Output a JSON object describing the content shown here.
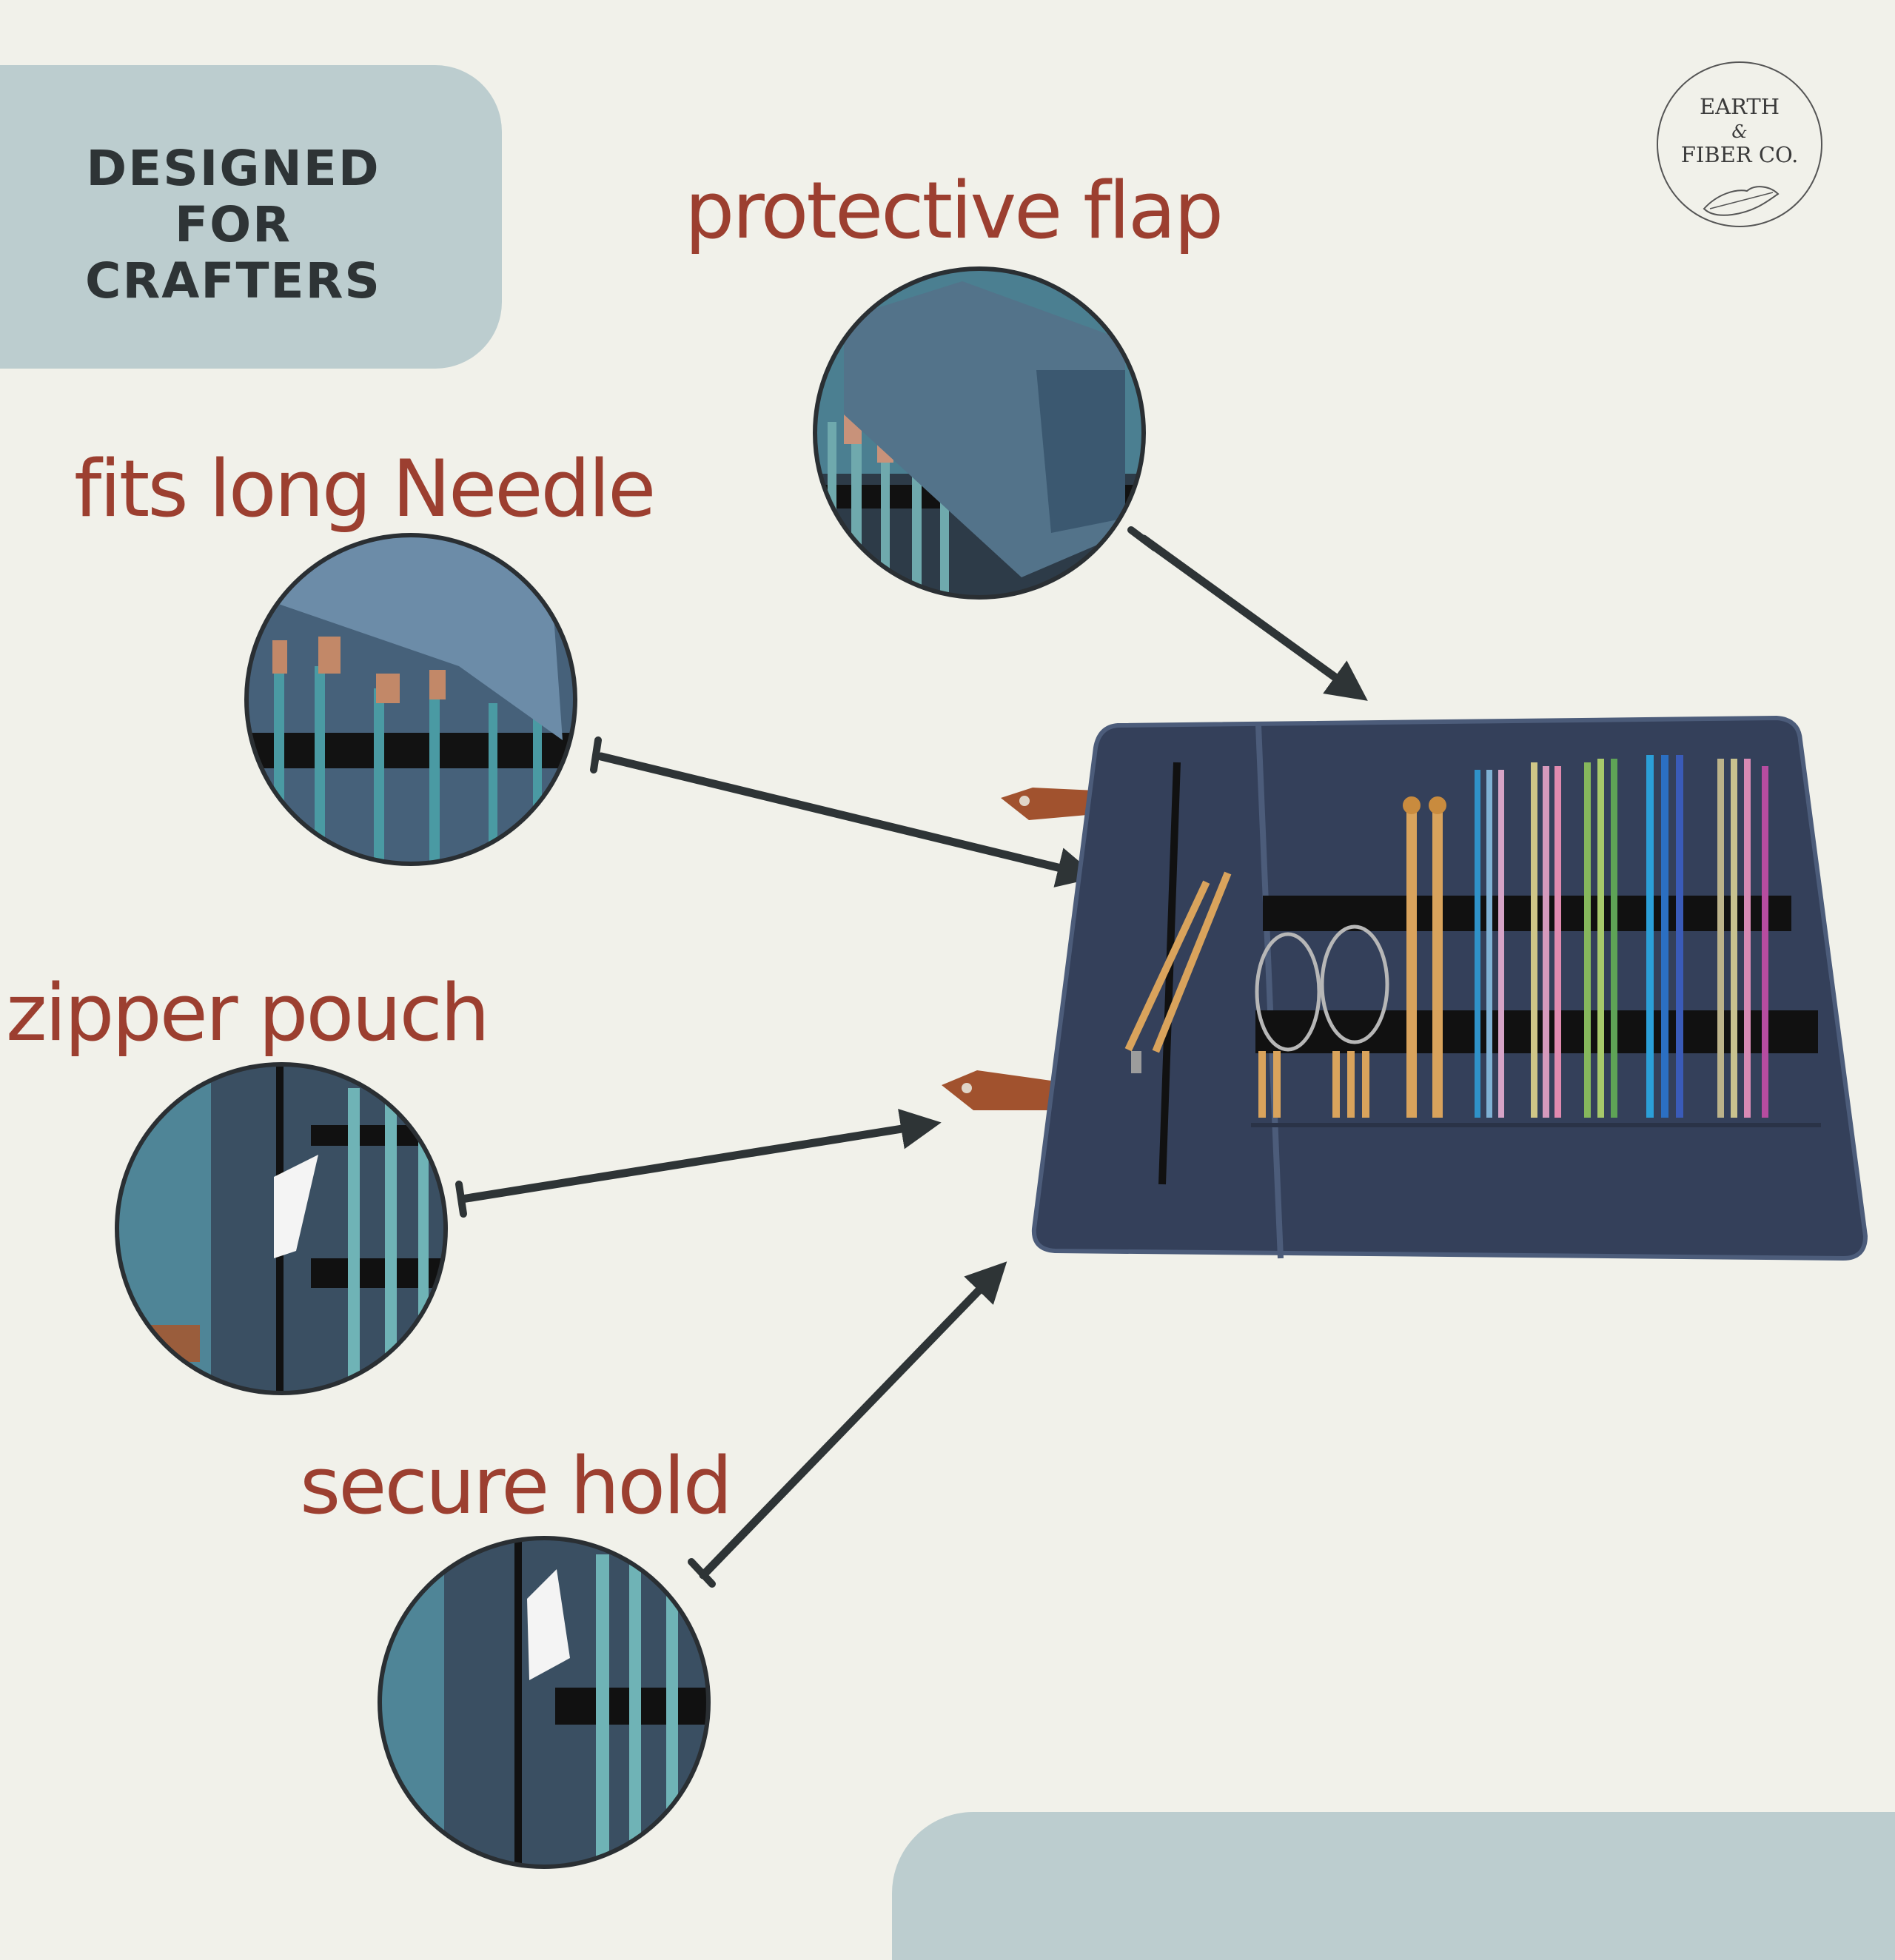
{
  "badge": {
    "text": "DESIGNED\nFOR\nCRAFTERS"
  },
  "logo": {
    "line1": "EARTH",
    "line2": "&",
    "line3": "FIBER CO."
  },
  "features": [
    {
      "label": "protective flap"
    },
    {
      "label": "fits long Needle"
    },
    {
      "label": "zipper pouch"
    },
    {
      "label": "secure hold"
    }
  ],
  "colors": {
    "background": "#f1f1ea",
    "badge": "#bccdcf",
    "label": "#9c3f30",
    "arrow": "#2e3436",
    "canvas_roll": "#34405a"
  }
}
